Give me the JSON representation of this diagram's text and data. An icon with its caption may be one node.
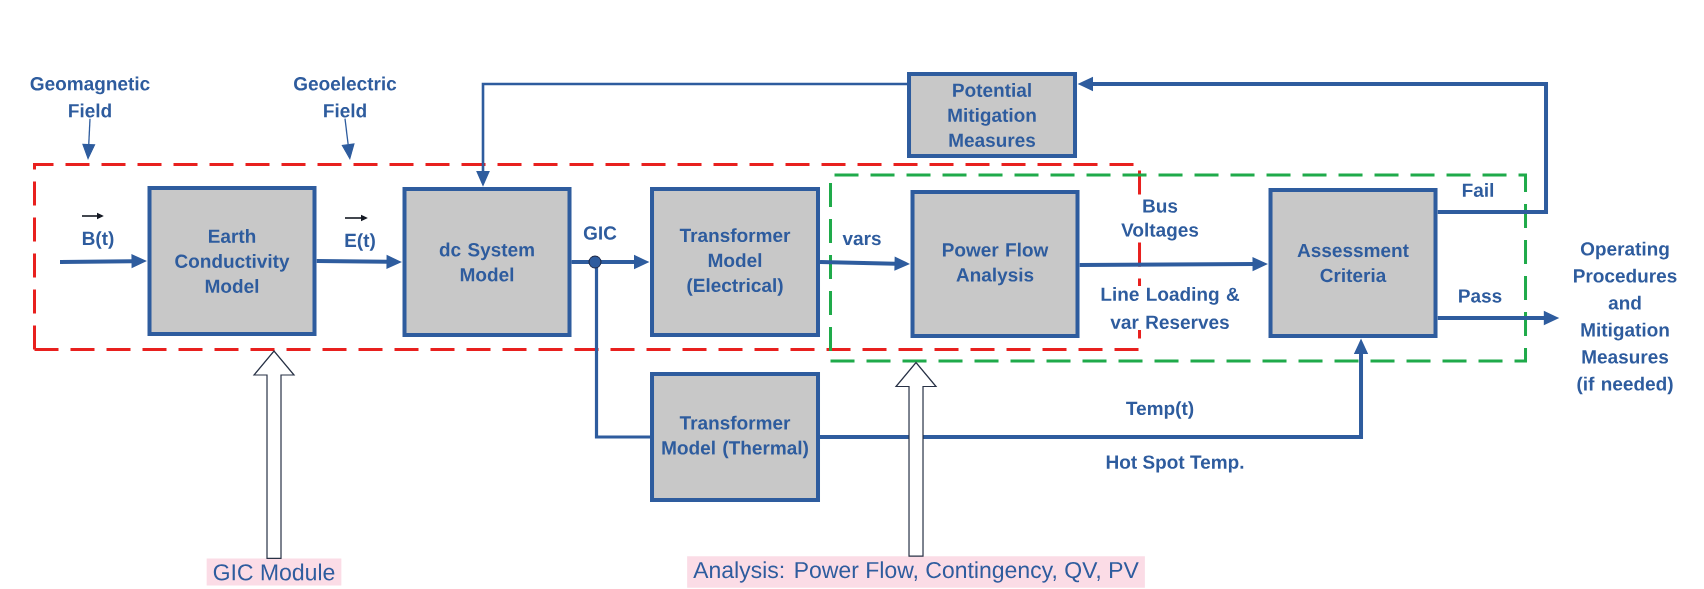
{
  "diagram": {
    "nodes": [
      {
        "text": [
          "Geomagnetic Field"
        ]
      },
      {
        "text": [
          "Geoelectric Field"
        ]
      },
      {
        "text": [
          "Potential Mitigation Measures"
        ]
      },
      {
        "text": [],
        "shape": "box"
      },
      {
        "text": [],
        "shape": "box"
      },
      {
        "text": [
          "Earth Conductivity Model"
        ],
        "in": 3
      },
      {
        "text": [
          "dc System Model"
        ],
        "in": 3
      },
      {
        "text": [
          "Transformer Model (Electrical)"
        ],
        "in": 3
      },
      {
        "text": [
          "Power Flow Analysis"
        ]
      },
      {
        "text": [
          "Assessment Criteria"
        ],
        "in": 4
      },
      {
        "text": [
          "Operating Procedures and Mitigation Measures (if needed)"
        ]
      },
      {
        "text": [
          "Transformer Model (Thermal)"
        ]
      },
      {
        "text": [
          "GIC Module"
        ]
      },
      {
        "text": [
          "Analysis: Power Flow, Contingency, QV, PV"
        ]
      }
    ],
    "edges": [
      {
        "from": null,
        "to": 5,
        "arrow": "to",
        "label": "B(t)"
      },
      {
        "from": 0,
        "to": null,
        "arrow": "to"
      },
      {
        "from": 5,
        "to": 6,
        "arrow": "to",
        "label": "E(t)"
      },
      {
        "from": 1,
        "to": null,
        "arrow": "to"
      },
      {
        "from": 6,
        "to": 7,
        "arrow": "to",
        "label": "GIC"
      },
      {
        "from": 6,
        "to": 11,
        "arrow": "none"
      },
      {
        "from": 7,
        "to": 8,
        "arrow": "to",
        "label": "vars"
      },
      {
        "from": 8,
        "to": 9,
        "arrow": "to",
        "label": "Bus Voltages"
      },
      {
        "from": 11,
        "to": 9,
        "arrow": "to",
        "label": "Temp(t)"
      },
      {
        "from": 9,
        "to": 2,
        "arrow": "to",
        "label": "Fail"
      },
      {
        "from": 2,
        "to": 6,
        "arrow": "to"
      },
      {
        "from": 9,
        "to": 10,
        "arrow": "to",
        "label": "Pass"
      },
      {
        "from": 12,
        "to": 3,
        "arrow": "to"
      },
      {
        "from": 13,
        "to": 4,
        "arrow": "to"
      }
    ],
    "labels": [
      "Line Loading & var Reserves",
      "Hot Spot Temp."
    ]
  }
}
